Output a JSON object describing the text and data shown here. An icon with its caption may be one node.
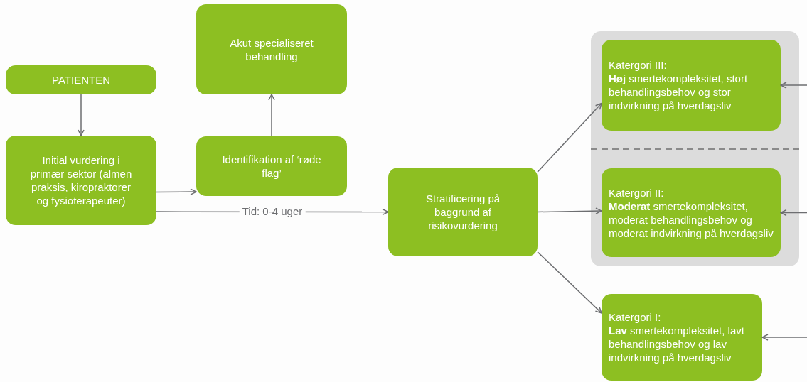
{
  "diagram": {
    "nodes": [
      {
        "text": [
          "PATIENTEN"
        ]
      },
      {
        "text": [
          "Akut specialiseret behandling"
        ]
      },
      {
        "text": [
          "Initial vurdering i primær sektor (almen praksis, kiropraktorer og fysioterapeuter)"
        ]
      },
      {
        "text": [
          "Identifikation af ‘røde flag’"
        ]
      },
      {
        "text": [
          "Stratificering på baggrund af risikovurdering"
        ]
      },
      {
        "text": [],
        "shape": "box"
      },
      {
        "text": [
          "Katergori III:",
          "**Høj** smertekompleksitet, stort behandlingsbehov og stor indvirkning på hverdagsliv"
        ],
        "in": 5
      },
      {
        "text": [
          "Katergori II:",
          "**Moderat** smertekompleksitet, moderat behandlingsbehov og moderat indvirkning på hverdagsliv"
        ],
        "in": 5
      },
      {
        "text": [
          "Katergori I:",
          "**Lav** smertekompleksitet, lavt behandlingsbehov og lav indvirkning på hverdagsliv"
        ]
      }
    ],
    "edges": [
      {
        "from": 0,
        "to": 2,
        "arrow": "to"
      },
      {
        "from": 2,
        "to": 3,
        "arrow": "to"
      },
      {
        "from": 3,
        "to": 1,
        "arrow": "to"
      },
      {
        "from": 2,
        "to": 4,
        "arrow": "to",
        "label": "Tid: 0-4 uger"
      },
      {
        "from": 4,
        "to": 6,
        "arrow": "to"
      },
      {
        "from": 4,
        "to": 7,
        "arrow": "to"
      },
      {
        "from": 4,
        "to": 8,
        "arrow": "to"
      },
      {
        "from": null,
        "to": 6,
        "arrow": "to"
      },
      {
        "from": null,
        "to": 7,
        "arrow": "to"
      },
      {
        "from": null,
        "to": 8,
        "arrow": "to"
      }
    ]
  }
}
